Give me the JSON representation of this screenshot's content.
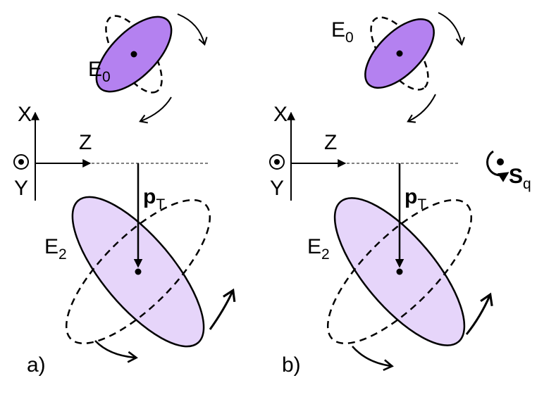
{
  "panels": [
    {
      "id": "a",
      "panel_label": "a)",
      "e0_label": {
        "main": "E",
        "sub": "0"
      },
      "e2_label": {
        "main": "E",
        "sub": "2"
      },
      "axis_x": "X",
      "axis_y": "Y",
      "axis_z": "Z",
      "momentum_label": {
        "main": "p",
        "sub": "T"
      }
    },
    {
      "id": "b",
      "panel_label": "b)",
      "e0_label": {
        "main": "E",
        "sub": "0"
      },
      "e2_label": {
        "main": "E",
        "sub": "2"
      },
      "axis_x": "X",
      "axis_y": "Y",
      "axis_z": "Z",
      "momentum_label": {
        "main": "p",
        "sub": "T"
      },
      "spin_label": {
        "main": "S",
        "sub": "q"
      }
    }
  ],
  "colors": {
    "e0_fill": "#b481f0",
    "e2_fill": "#e6d5fa",
    "stroke": "#000000"
  }
}
